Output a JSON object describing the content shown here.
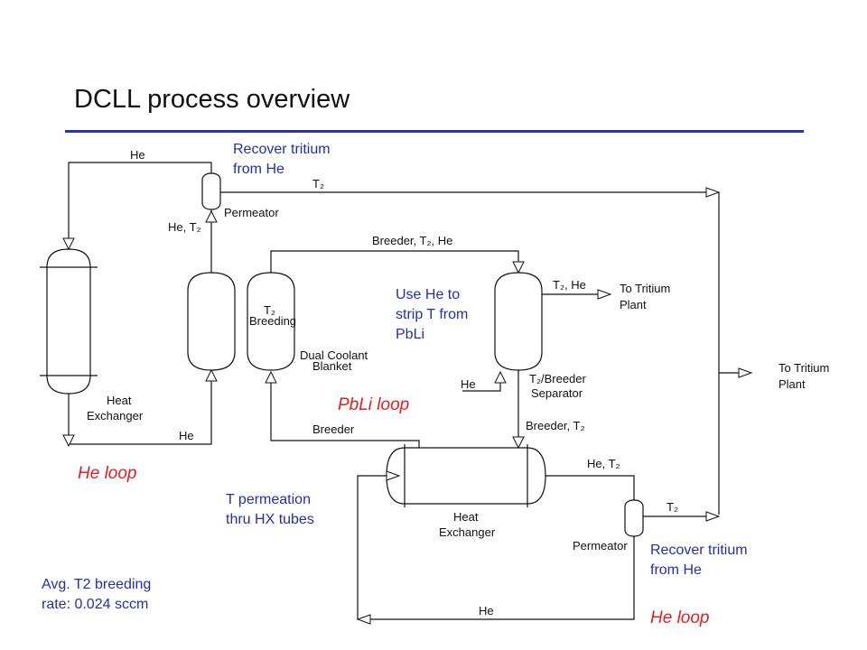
{
  "title": "DCLL process overview",
  "colors": {
    "rule": "#2b35a8",
    "annotation_blue": "#2530a8",
    "loop_red": "#e02020"
  },
  "annotations": {
    "recover_top_1": "Recover tritium",
    "recover_top_2": "from He",
    "use_he_1": "Use He to",
    "use_he_2": "strip T from",
    "use_he_3": "PbLi",
    "t_perm_1": "T permeation",
    "t_perm_2": "thru HX tubes",
    "avg_1": "Avg. T2 breeding",
    "avg_2": "rate:  0.024 sccm",
    "recover_bot_1": "Recover tritium",
    "recover_bot_2": "from He"
  },
  "loops": {
    "he_left": "He loop",
    "pbli": "PbLi loop",
    "he_bottom": "He loop"
  },
  "labels": {
    "he_top": "He",
    "t2_top": "T₂",
    "permeator_top": "Permeator",
    "he_t2_left": "He, T₂",
    "breeder_t2_he": "Breeder, T₂, He",
    "t2_breeding_1": "T₂",
    "t2_breeding_2": "Breeding",
    "dual_coolant_1": "Dual Coolant",
    "dual_coolant_2": "Blanket",
    "t2_he": "T₂, He",
    "to_tritium_plant_1a": "To Tritium",
    "to_tritium_plant_1b": "Plant",
    "to_tritium_plant_2a": "To Tritium",
    "to_tritium_plant_2b": "Plant",
    "he_sep_in": "He",
    "separator_1": "T₂/Breeder",
    "separator_2": "Separator",
    "heat_exchanger_left_1": "Heat",
    "heat_exchanger_left_2": "Exchanger",
    "he_left_return": "He",
    "breeder_return": "Breeder",
    "breeder_t2_down": "Breeder, T₂",
    "he_t2_right": "He, T₂",
    "t2_bottom": "T₂",
    "heat_exchanger_bottom_1": "Heat",
    "heat_exchanger_bottom_2": "Exchanger",
    "permeator_bottom": "Permeator",
    "he_bottom_return": "He"
  }
}
